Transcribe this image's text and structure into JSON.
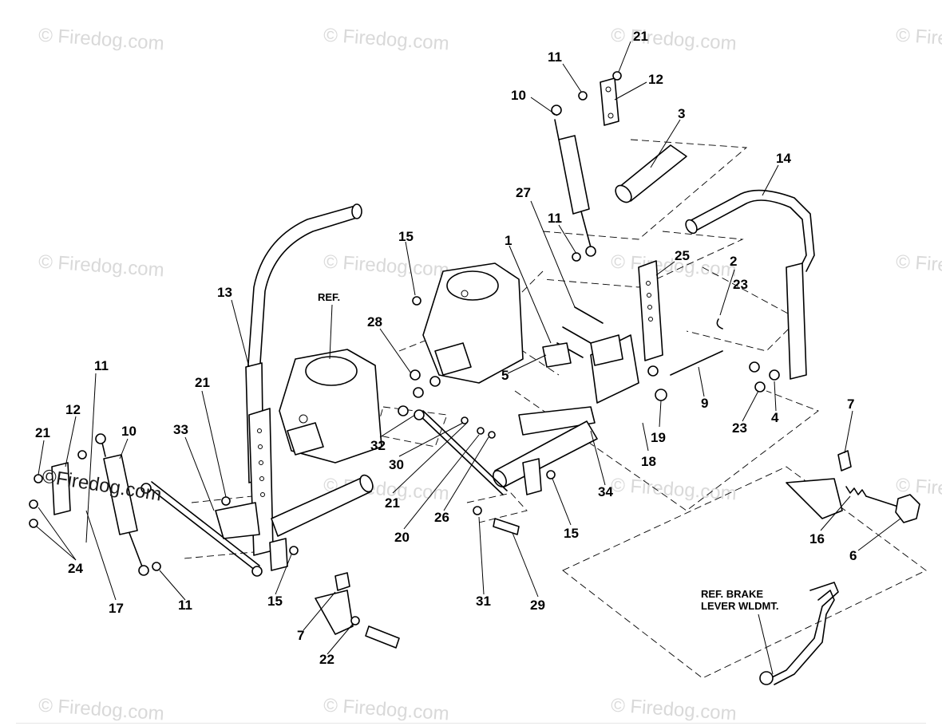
{
  "watermark": {
    "text": "© Firedog.com",
    "featured_text": "©Firedog.com"
  },
  "notes": {
    "ref": "REF.",
    "ref_brake_line1": "REF. BRAKE",
    "ref_brake_line2": "LEVER WLDMT."
  },
  "callouts": [
    "21",
    "11",
    "12",
    "10",
    "3",
    "14",
    "27",
    "11",
    "15",
    "1",
    "25",
    "2",
    "13",
    "REF.",
    "28",
    "23",
    "21",
    "5",
    "9",
    "11",
    "12",
    "33",
    "4",
    "21",
    "10",
    "32",
    "19",
    "23",
    "7",
    "30",
    "18",
    "34",
    "21",
    "26",
    "15",
    "16",
    "6",
    "20",
    "24",
    "17",
    "11",
    "15",
    "31",
    "29",
    "7",
    "22"
  ]
}
